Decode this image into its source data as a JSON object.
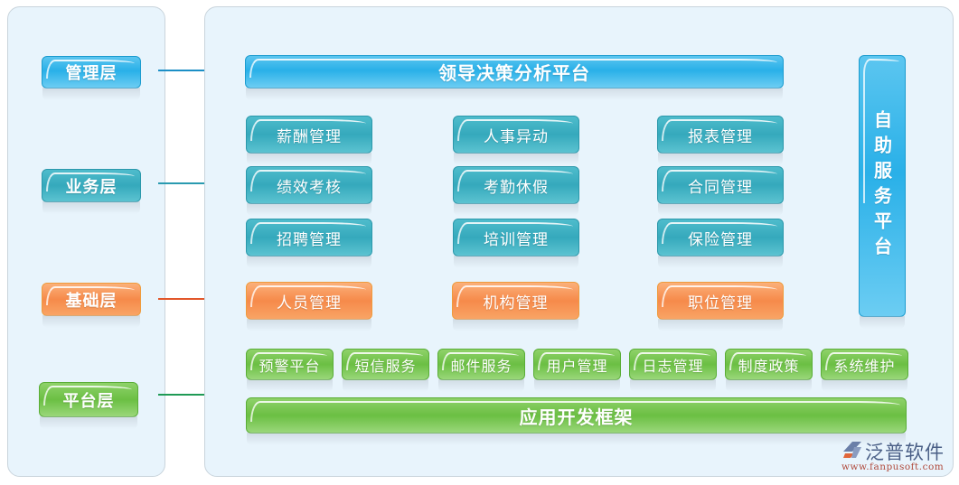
{
  "layers": [
    {
      "label": "管理层",
      "color": "#2fb2e8",
      "arrow_color": "#1c8fc6"
    },
    {
      "label": "业务层",
      "color": "#35a9bc",
      "arrow_color": "#2a9ab0"
    },
    {
      "label": "基础层",
      "color": "#f68a4a",
      "arrow_color": "#e2572a"
    },
    {
      "label": "平台层",
      "color": "#6bbf43",
      "arrow_color": "#1f9a55"
    }
  ],
  "management": {
    "decision_platform": "领导决策分析平台"
  },
  "business": {
    "modules": [
      [
        "薪酬管理",
        "人事异动",
        "报表管理"
      ],
      [
        "绩效考核",
        "考勤休假",
        "合同管理"
      ],
      [
        "招聘管理",
        "培训管理",
        "保险管理"
      ]
    ]
  },
  "foundation": {
    "modules": [
      "人员管理",
      "机构管理",
      "职位管理"
    ]
  },
  "platform": {
    "services": [
      "预警平台",
      "短信服务",
      "邮件服务",
      "用户管理",
      "日志管理",
      "制度政策",
      "系统维护"
    ],
    "framework": "应用开发框架"
  },
  "self_service": {
    "label": "自助服务平台"
  },
  "logo": {
    "brand": "泛普软件",
    "url": "www.fanpusoft.com"
  }
}
